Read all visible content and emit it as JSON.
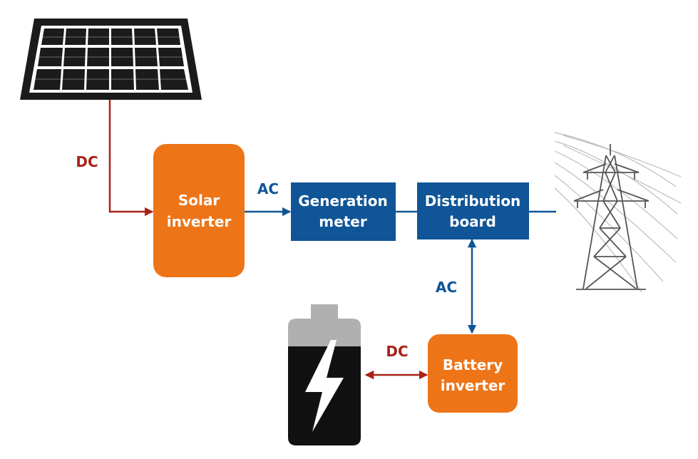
{
  "colors": {
    "orange": "#ED7518",
    "blue": "#0F5597",
    "dc_red": "#A82318",
    "panel_dark": "#1b1b1b",
    "battery_gray": "#b0b0b0",
    "tower_gray": "#555555"
  },
  "nodes": {
    "solar_inverter": {
      "line1": "Solar",
      "line2": "inverter"
    },
    "generation_meter": {
      "line1": "Generation",
      "line2": "meter"
    },
    "distribution_board": {
      "line1": "Distribution",
      "line2": "board"
    },
    "battery_inverter": {
      "line1": "Battery",
      "line2": "inverter"
    }
  },
  "labels": {
    "dc_solar": "DC",
    "ac_solar": "AC",
    "ac_board": "AC",
    "dc_battery": "DC"
  },
  "icons": [
    "solar-panel-icon",
    "battery-icon",
    "lightning-bolt-icon",
    "power-tower-icon"
  ]
}
